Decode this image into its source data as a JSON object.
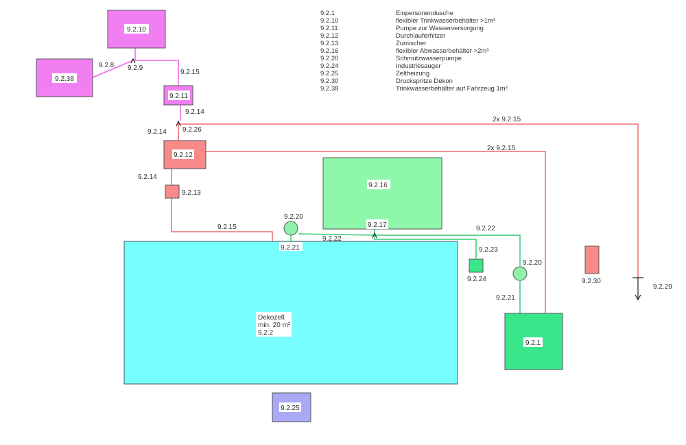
{
  "legend": [
    {
      "code": "9.2.1",
      "desc": "Einpersonendusche"
    },
    {
      "code": "9.2.10",
      "desc": "flexibler Trinkwasserbehälter >1m³"
    },
    {
      "code": "9.2.11",
      "desc": "Pumpe zur Wasserversorgung"
    },
    {
      "code": "9.2.12",
      "desc": "Durchlauferhitzer"
    },
    {
      "code": "9.2.13",
      "desc": "Zumischer"
    },
    {
      "code": "9.2.16",
      "desc": "flexibler Abwasserbehälter >2m³"
    },
    {
      "code": "9.2.20",
      "desc": "Schmutzwasserpumpe"
    },
    {
      "code": "9.2.24",
      "desc": "Industriesauger"
    },
    {
      "code": "9.2.25",
      "desc": "Zeltheizung"
    },
    {
      "code": "9.2.30",
      "desc": "Druckspritze Dekon"
    },
    {
      "code": "9.2.38",
      "desc": "Trinkwasserbehälter auf Fahrzeug 1m³"
    }
  ],
  "colors": {
    "potable": "#f27ff2",
    "potable_line": "#ee66ee",
    "hot": "#f88a8a",
    "hot_line": "#ef6a6a",
    "waste": "#7ff5a8",
    "waste_dark": "#3ae68a",
    "waste_line": "#33cc77",
    "tent": "#77ffff",
    "heater": "#a9a9f5"
  },
  "components": {
    "c9_2_10": "9.2.10",
    "c9_2_38": "9.2.38",
    "c9_2_11": "9.2.11",
    "c9_2_12": "9.2.12",
    "c9_2_13": "9.2.13",
    "c9_2_16": "9.2.16",
    "c9_2_17": "9.2.17",
    "c9_2_21_top": "9.2.21",
    "c9_2_1": "9.2.1",
    "c9_2_24": "9.2.24",
    "c9_2_25": "9.2.25",
    "c9_2_30": "9.2.30",
    "tent_line1": "Dekozelt",
    "tent_line2": "min. 20 m²",
    "tent_line3": "9.2.2"
  },
  "line_labels": {
    "l_9_2_8": "9.2.8",
    "l_9_2_9": "9.2.9",
    "l_9_2_15_a": "9.2.15",
    "l_9_2_14_a": "9.2.14",
    "l_9_2_26": "9.2.26",
    "l_9_2_14_b": "9.2.14",
    "l_9_2_14_c": "9.2.14",
    "l_2x_a": "2x 9.2.15",
    "l_2x_b": "2x 9.2.15",
    "l_9_2_15_b": "9.2.15",
    "l_9_2_20_a": "9.2.20",
    "l_9_2_22_a": "9.2.22",
    "l_9_2_22_b": "9.2.22",
    "l_9_2_23": "9.2.23",
    "l_9_2_20_b": "9.2.20",
    "l_9_2_21_b": "9.2.21",
    "l_9_2_29": "9.2.29"
  }
}
